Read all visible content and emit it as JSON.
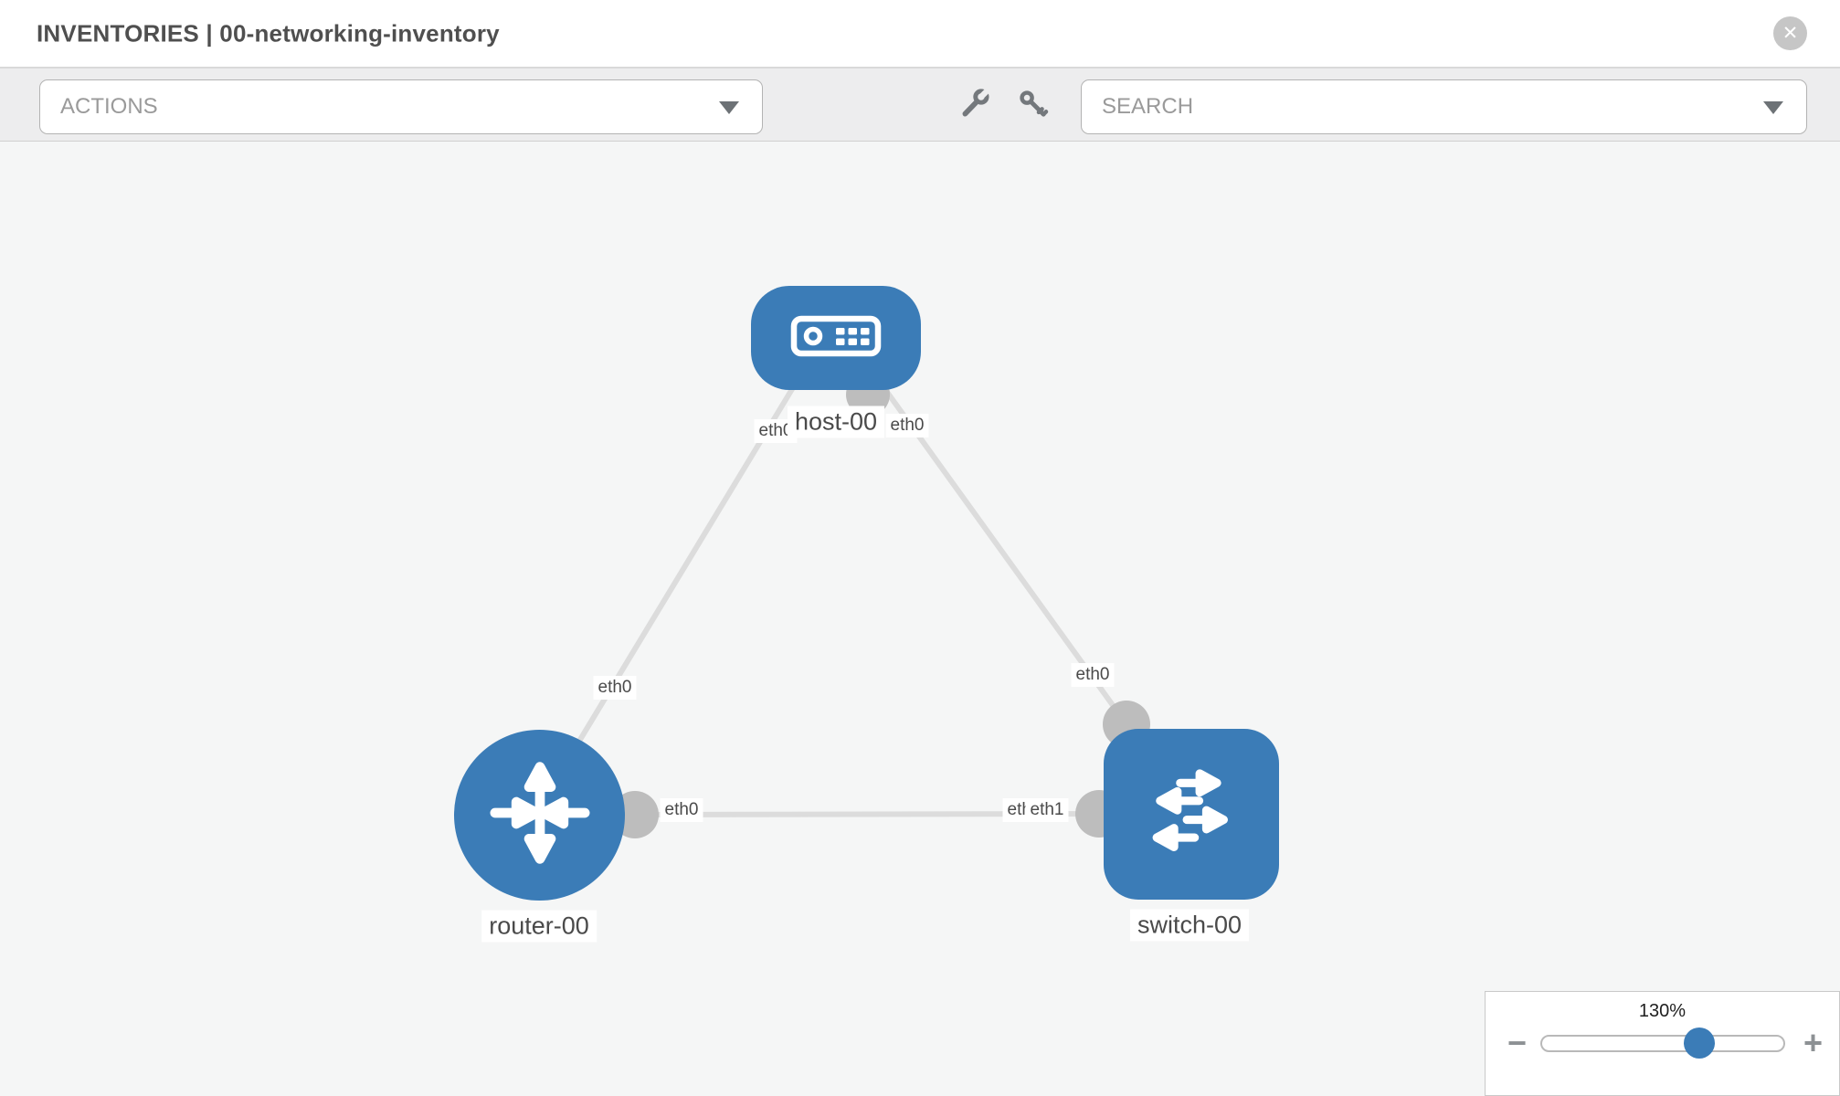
{
  "window": {
    "title": "INVENTORIES | 00-networking-inventory",
    "close_glyph": "✕"
  },
  "toolbar": {
    "actions_label": "ACTIONS",
    "search_label": "SEARCH"
  },
  "diagram": {
    "nodes": [
      {
        "label": "host-00",
        "type": "host",
        "icon": "server-icon"
      },
      {
        "label": "router-00",
        "type": "router",
        "icon": "router-arrows-icon"
      },
      {
        "label": "switch-00",
        "type": "switch",
        "icon": "switch-arrows-icon"
      }
    ],
    "links": [
      {
        "from": "host-00",
        "from_if": "eth0",
        "to": "router-00",
        "to_if": "eth0"
      },
      {
        "from": "host-00",
        "from_if": "eth0",
        "to": "switch-00",
        "to_if": "eth0"
      },
      {
        "from": "router-00",
        "from_if": "eth0",
        "to": "switch-00",
        "to_if": "eth1"
      }
    ],
    "labels": {
      "host": "host-00",
      "router": "router-00",
      "switch": "switch-00",
      "host_left_if": "eth0",
      "host_right_if": "eth0",
      "host_router_if": "eth0",
      "host_switch_if": "eth0",
      "router_switch_router_if": "eth0",
      "router_switch_switch_if_back": "eth1",
      "router_switch_switch_if_front": "eth1"
    }
  },
  "zoom_control": {
    "level": "130%",
    "minus_glyph": "−",
    "plus_glyph": "+"
  },
  "colors": {
    "node_blue": "#3b7cb7",
    "edge_gray": "#dcdcdc",
    "port_gray": "#bdbdbd",
    "toolbar_bg": "#ededee",
    "canvas_bg": "#f5f6f6"
  }
}
